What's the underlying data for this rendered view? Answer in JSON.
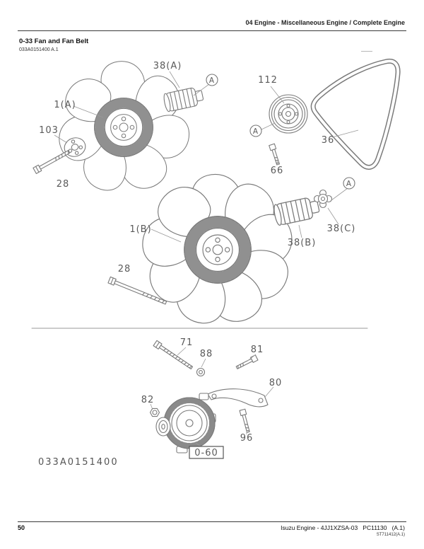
{
  "header": {
    "chapter_title": "04 Engine - Miscellaneous Engine / Complete Engine"
  },
  "section": {
    "title": "0-33 Fan and Fan Belt",
    "figure_code": "033A0151400 A.1"
  },
  "figure": {
    "caption": "033A0151400",
    "ref_box_label": "0-60",
    "callout_letter": "A",
    "parts": {
      "fan_a": "1(A)",
      "fan_b": "1(B)",
      "bolt_top": "28",
      "bolt_mid": "28",
      "spacer": "103",
      "clutch_a": "38(A)",
      "clutch_b": "38(B)",
      "coupling": "38(C)",
      "pulley": "112",
      "belt": "36",
      "bolt_66": "66",
      "bolt_71": "71",
      "washer_88": "88",
      "bolt_81": "81",
      "bracket_80": "80",
      "nut_82": "82",
      "bolt_96": "96"
    }
  },
  "footer": {
    "page_number": "50",
    "doc_ref": "Isuzu Engine - 4JJ1XZSA-03   PC11130   (A.1)",
    "sheet_ref": "ST711412(A.1)"
  }
}
